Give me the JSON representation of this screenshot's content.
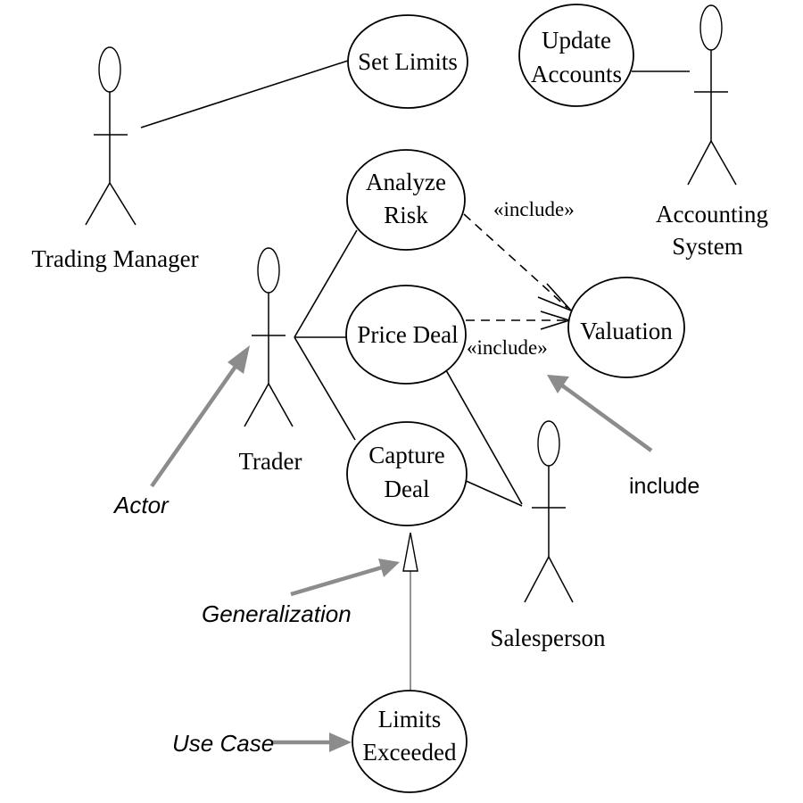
{
  "actors": {
    "trading_manager": "Trading Manager",
    "accounting_system": [
      "Accounting",
      "System"
    ],
    "trader": "Trader",
    "salesperson": "Salesperson"
  },
  "use_cases": {
    "set_limits": [
      "Set Limits"
    ],
    "update_accounts": [
      "Update",
      "Accounts"
    ],
    "analyze_risk": [
      "Analyze",
      "Risk"
    ],
    "price_deal": [
      "Price Deal"
    ],
    "valuation": [
      "Valuation"
    ],
    "capture_deal": [
      "Capture",
      "Deal"
    ],
    "limits_exceeded": [
      "Limits",
      "Exceeded"
    ]
  },
  "relations": {
    "include_label_1": "«include»",
    "include_label_2": "«include»"
  },
  "annotations": {
    "actor": "Actor",
    "include": "include",
    "generalization": "Generalization",
    "use_case": "Use Case"
  }
}
